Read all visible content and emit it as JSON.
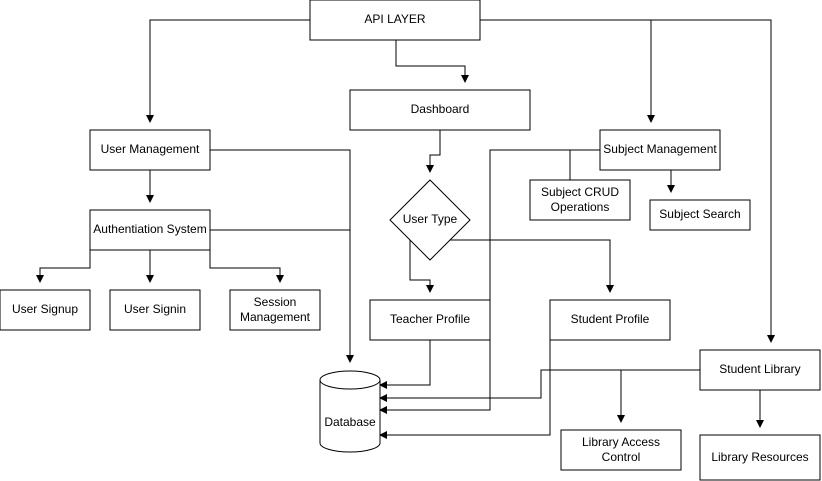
{
  "nodes": {
    "api_layer": "API LAYER",
    "dashboard": "Dashboard",
    "user_management": "User Management",
    "subject_management": "Subject Management",
    "authentication_system": "Authentiation System",
    "user_type": "User Type",
    "subject_crud": [
      "Subject CRUD",
      "Operations"
    ],
    "subject_search": "Subject Search",
    "user_signup": "User Signup",
    "user_signin": "User Signin",
    "session_management": [
      "Session",
      "Management"
    ],
    "teacher_profile": "Teacher Profile",
    "student_profile": "Student Profile",
    "student_library": "Student Library",
    "database": "Database",
    "library_access_control": [
      "Library Access",
      "Control"
    ],
    "library_resources": "Library Resources"
  },
  "colors": {
    "stroke": "#000000",
    "fill": "#ffffff",
    "text": "#000000"
  }
}
